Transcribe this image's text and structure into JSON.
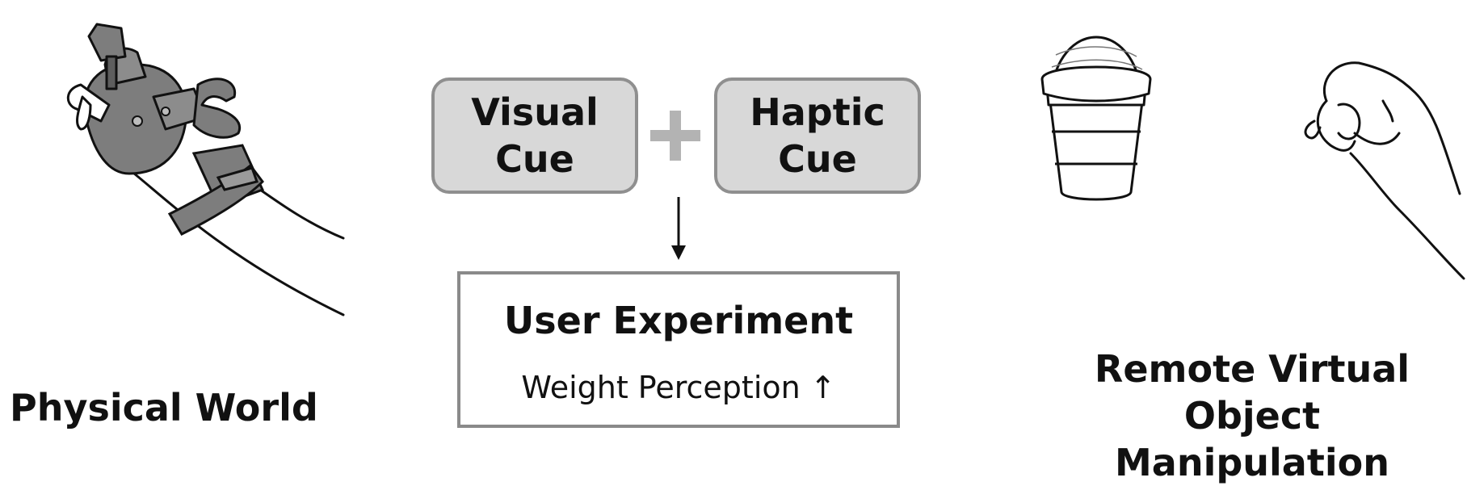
{
  "labels": {
    "physical_world": "Physical World",
    "remote_line1": "Remote Virtual Object",
    "remote_line2": "Manipulation"
  },
  "cues": {
    "visual_line1": "Visual",
    "visual_line2": "Cue",
    "haptic_line1": "Haptic",
    "haptic_line2": "Cue"
  },
  "experiment": {
    "title": "User Experiment",
    "subtitle": "Weight Perception  ↑"
  },
  "colors": {
    "cue_fill": "#d8d8d8",
    "cue_border": "#8f8f8f",
    "plus": "#b3b3b3",
    "box_border": "#8a8a8a",
    "device_fill": "#7d7d7d"
  },
  "icons": {
    "left_illustration": "hand-with-haptic-glove-illustration",
    "coffee": "coffee-cup-icon",
    "right_hand": "pinching-hand-icon",
    "plus": "plus-icon",
    "arrow": "down-arrow-icon"
  }
}
